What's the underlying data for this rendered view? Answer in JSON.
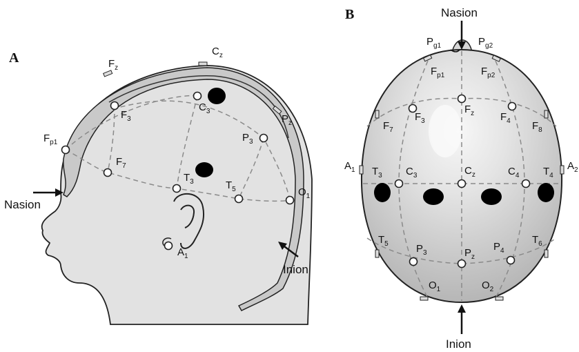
{
  "panels": {
    "a": {
      "letter": "A",
      "landmarks": {
        "nasion": "Nasion",
        "inion": "Inion"
      },
      "electrodes": {
        "fp1": {
          "main": "F",
          "sub": "p1"
        },
        "fz": {
          "main": "F",
          "sub": "z"
        },
        "cz": {
          "main": "C",
          "sub": "z"
        },
        "pz": {
          "main": "P",
          "sub": "z"
        },
        "f3": {
          "main": "F",
          "sub": "3"
        },
        "c3": {
          "main": "C",
          "sub": "3"
        },
        "p3": {
          "main": "P",
          "sub": "3"
        },
        "f7": {
          "main": "F",
          "sub": "7"
        },
        "t3": {
          "main": "T",
          "sub": "3"
        },
        "t5": {
          "main": "T",
          "sub": "5"
        },
        "o1": {
          "main": "O",
          "sub": "1"
        },
        "a1": {
          "main": "A",
          "sub": "1"
        }
      }
    },
    "b": {
      "letter": "B",
      "landmarks": {
        "nasion": "Nasion",
        "inion": "Inion"
      },
      "electrodes": {
        "pg1": {
          "main": "P",
          "sub": "g1"
        },
        "pg2": {
          "main": "P",
          "sub": "g2"
        },
        "fp1": {
          "main": "F",
          "sub": "p1"
        },
        "fp2": {
          "main": "F",
          "sub": "p2"
        },
        "f7": {
          "main": "F",
          "sub": "7"
        },
        "f3": {
          "main": "F",
          "sub": "3"
        },
        "fz": {
          "main": "F",
          "sub": "z"
        },
        "f4": {
          "main": "F",
          "sub": "4"
        },
        "f8": {
          "main": "F",
          "sub": "8"
        },
        "a1": {
          "main": "A",
          "sub": "1"
        },
        "t3": {
          "main": "T",
          "sub": "3"
        },
        "c3": {
          "main": "C",
          "sub": "3"
        },
        "cz": {
          "main": "C",
          "sub": "z"
        },
        "c4": {
          "main": "C",
          "sub": "4"
        },
        "t4": {
          "main": "T",
          "sub": "4"
        },
        "a2": {
          "main": "A",
          "sub": "2"
        },
        "t5": {
          "main": "T",
          "sub": "5"
        },
        "p3": {
          "main": "P",
          "sub": "3"
        },
        "pz": {
          "main": "P",
          "sub": "z"
        },
        "p4": {
          "main": "P",
          "sub": "4"
        },
        "t6": {
          "main": "T",
          "sub": "6"
        },
        "o1": {
          "main": "O",
          "sub": "1"
        },
        "o2": {
          "main": "O",
          "sub": "2"
        }
      }
    }
  }
}
